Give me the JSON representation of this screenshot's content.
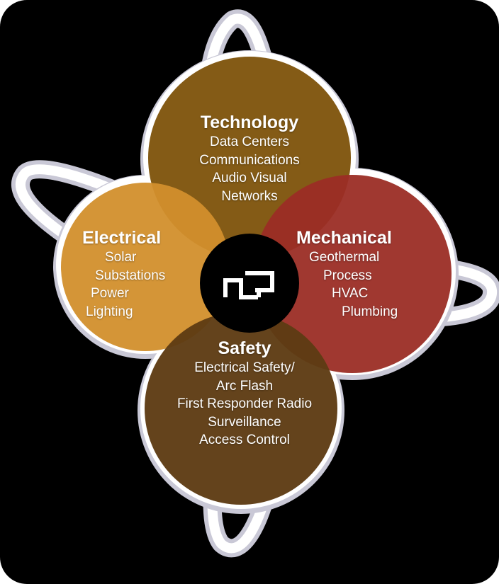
{
  "colors": {
    "background": "#000000",
    "ring": "#ffffff",
    "ring_shadow": "#c9c8d6",
    "technology": "#845b16",
    "electrical": "#d28f2c",
    "mechanical": "#9b2d25",
    "safety": "#5e3b13",
    "center": "#000000",
    "text": "#ffffff"
  },
  "logo": {
    "icon": "company-monogram-icon"
  },
  "segments": {
    "technology": {
      "title": "Technology",
      "items": [
        "Data Centers",
        "Communications",
        "Audio Visual",
        "Networks"
      ]
    },
    "electrical": {
      "title": "Electrical",
      "items": [
        "Solar",
        "Substations",
        "Power",
        "Lighting"
      ]
    },
    "mechanical": {
      "title": "Mechanical",
      "items": [
        "Geothermal",
        "Process",
        "HVAC",
        "Plumbing"
      ]
    },
    "safety": {
      "title": "Safety",
      "items": [
        "Electrical Safety/",
        "Arc Flash",
        "First Responder Radio",
        "Surveillance",
        "Access Control"
      ]
    }
  }
}
